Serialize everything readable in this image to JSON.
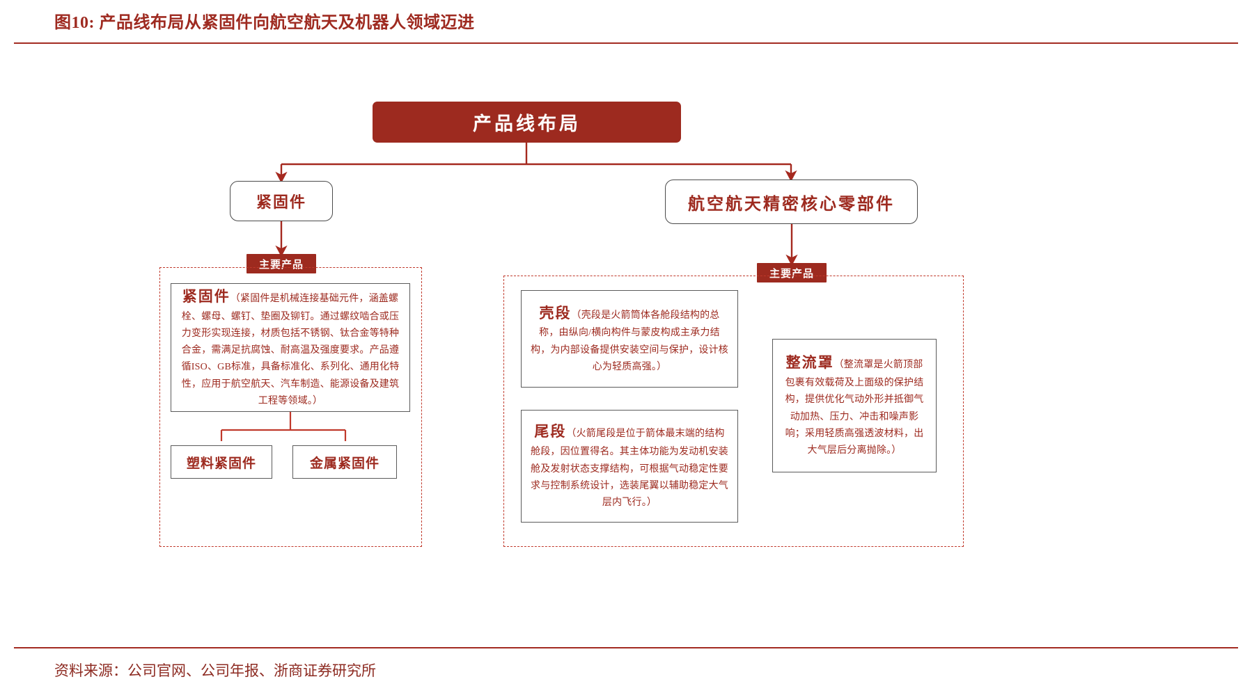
{
  "header": {
    "figure_label": "图10:",
    "title": "产品线布局从紧固件向航空航天及机器人领域迈进",
    "full_title": "图10:  产品线布局从紧固件向航空航天及机器人领域迈进"
  },
  "footer": {
    "source": "资料来源：公司官网、公司年报、浙商证券研究所"
  },
  "colors": {
    "brand_red": "#9d2a1f",
    "rule_red": "#a32b21",
    "dashed_red": "#c0392b",
    "box_border_gray": "#5a5a5a",
    "white": "#ffffff"
  },
  "diagram": {
    "type": "tree",
    "root": {
      "label": "产品线布局"
    },
    "branches": [
      {
        "id": "fasteners",
        "label": "紧固件",
        "tag": "主要产品",
        "items": [
          {
            "id": "fastener-detail",
            "head": "紧固件",
            "body": "（紧固件是机械连接基础元件，涵盖螺栓、螺母、螺钉、垫圈及铆钉。通过螺纹啮合或压力变形实现连接，材质包括不锈钢、钛合金等特种合金，需满足抗腐蚀、耐高温及强度要求。产品遵循ISO、GB标准，具备标准化、系列化、通用化特性，应用于航空航天、汽车制造、能源设备及建筑工程等领域。）"
          }
        ],
        "children": [
          {
            "id": "plastic-fastener",
            "label": "塑料紧固件"
          },
          {
            "id": "metal-fastener",
            "label": "金属紧固件"
          }
        ]
      },
      {
        "id": "aerospace",
        "label": "航空航天精密核心零部件",
        "tag": "主要产品",
        "items": [
          {
            "id": "shell-section",
            "head": "壳段",
            "body": "（壳段是火箭筒体各舱段结构的总称，由纵向/横向构件与蒙皮构成主承力结构，为内部设备提供安装空间与保护，设计核心为轻质高强。）"
          },
          {
            "id": "tail-section",
            "head": "尾段",
            "body": "（火箭尾段是位于箭体最末端的结构舱段，因位置得名。其主体功能为发动机安装舱及发射状态支撑结构，可根据气动稳定性要求与控制系统设计，选装尾翼以辅助稳定大气层内飞行。）"
          },
          {
            "id": "fairing",
            "head": "整流罩",
            "body": "（整流罩是火箭顶部包裹有效载荷及上面级的保护结构，提供优化气动外形并抵御气动加热、压力、冲击和噪声影响；采用轻质高强透波材料，出大气层后分离抛除。）"
          }
        ]
      }
    ]
  }
}
